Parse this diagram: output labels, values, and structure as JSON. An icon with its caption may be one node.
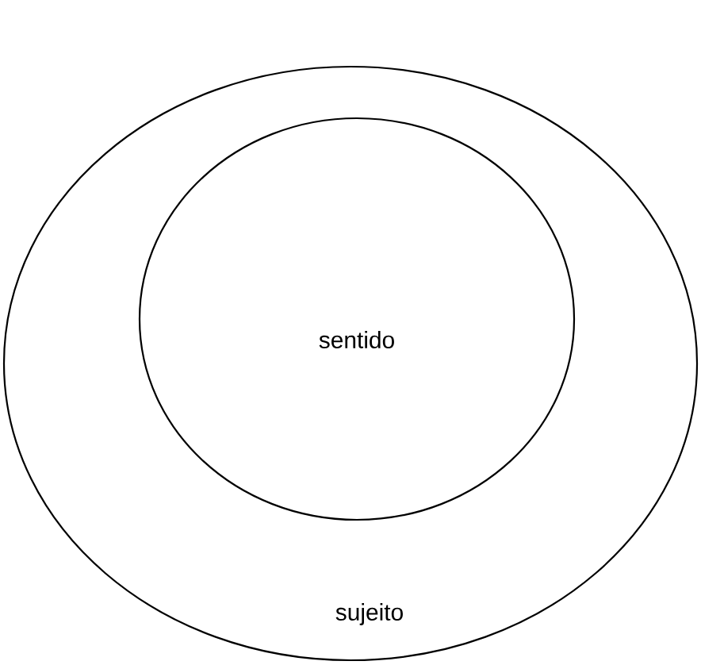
{
  "diagram": {
    "nodes": [
      {
        "text": [
          "sujeito"
        ]
      },
      {
        "text": [
          "sentido"
        ],
        "in": 0
      }
    ]
  }
}
